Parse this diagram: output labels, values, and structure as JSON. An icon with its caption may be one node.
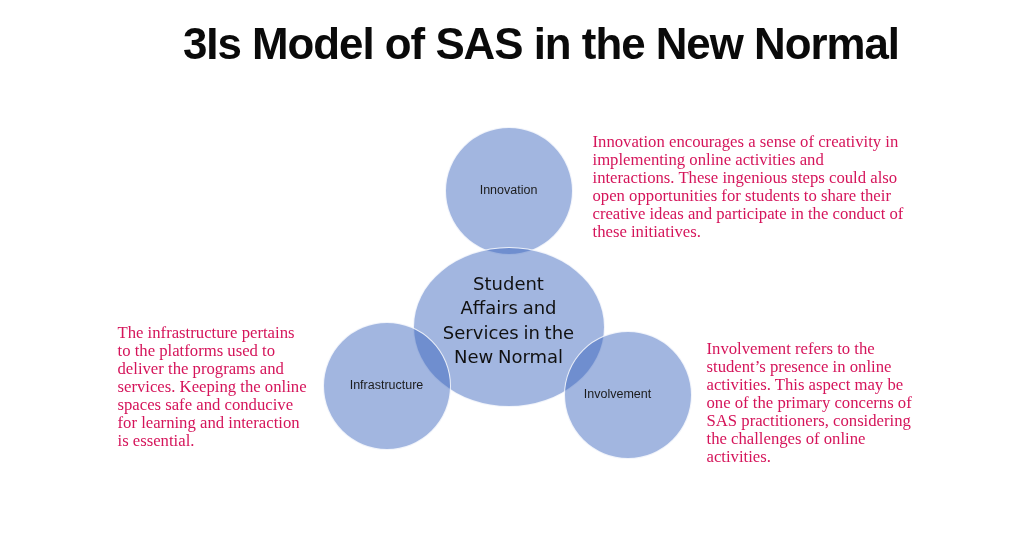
{
  "diagram": {
    "title": "3Is Model of SAS in the New Normal",
    "nodes": [
      {
        "text": [
          "Innovation"
        ],
        "beside": [
          "Innovation encourages a sense of creativity in implementing online activities and interactions. These ingenious steps could also open opportunities for students to share their creative ideas and participate in the conduct of these initiatives."
        ]
      },
      {
        "text": [
          "Student Affairs and Services in the New Normal"
        ]
      },
      {
        "text": [
          "Infrastructure"
        ],
        "beside": [
          "The infrastructure pertains to the platforms used to deliver the programs and services. Keeping the online spaces safe and conducive for learning and interaction is essential."
        ]
      },
      {
        "text": [
          "Involvement"
        ],
        "beside": [
          "Involvement refers to the student’s presence in online activities. This aspect may be one of the primary concerns of SAS practitioners, considering the challenges of online activities."
        ]
      }
    ]
  }
}
